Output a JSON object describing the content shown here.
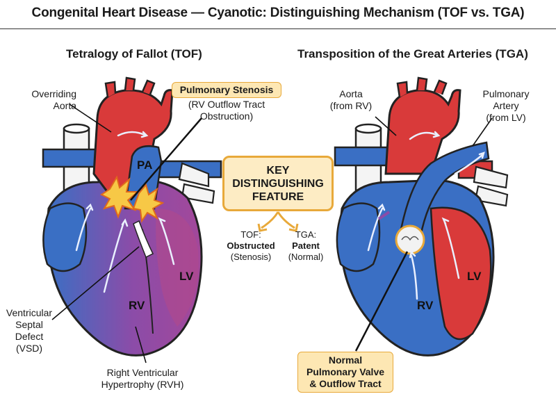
{
  "title": "Congenital Heart Disease — Cyanotic: Distinguishing Mechanism (TOF vs. TGA)",
  "tof": {
    "heading": "Tetralogy of Fallot (TOF)",
    "overriding_aorta": [
      "Overriding",
      "Aorta"
    ],
    "pulmonary_stenosis": "Pulmonary Stenosis",
    "rv_outflow": [
      "(RV Outflow Tract",
      "Obstruction)"
    ],
    "pa": "PA",
    "lv": "LV",
    "rv": "RV",
    "vsd": [
      "Ventricular",
      "Septal",
      "Defect",
      "(VSD)"
    ],
    "rvh": [
      "Right Ventricular",
      "Hypertrophy (RVH)"
    ]
  },
  "tga": {
    "heading": "Transposition of the Great Arteries (TGA)",
    "aorta": [
      "Aorta",
      "(from RV)"
    ],
    "pulmonary_artery": [
      "Pulmonary",
      "Artery",
      "(from LV)"
    ],
    "lv": "LV",
    "rv": "RV",
    "normal_valve": [
      "Normal",
      "Pulmonary Valve",
      "& Outflow Tract"
    ]
  },
  "key": {
    "lines": [
      "KEY",
      "DISTINGUISHING",
      "FEATURE"
    ],
    "tof_label": "TOF:",
    "tof_value": "Obstructed",
    "tof_note": "(Stenosis)",
    "tga_label": "TGA:",
    "tga_value": "Patent",
    "tga_note": "(Normal)"
  },
  "colors": {
    "oxygenated": "#d93a3a",
    "deoxygenated": "#3a6fc4",
    "mixed": "#8b4ca8",
    "highlight": "#e8a93a"
  }
}
